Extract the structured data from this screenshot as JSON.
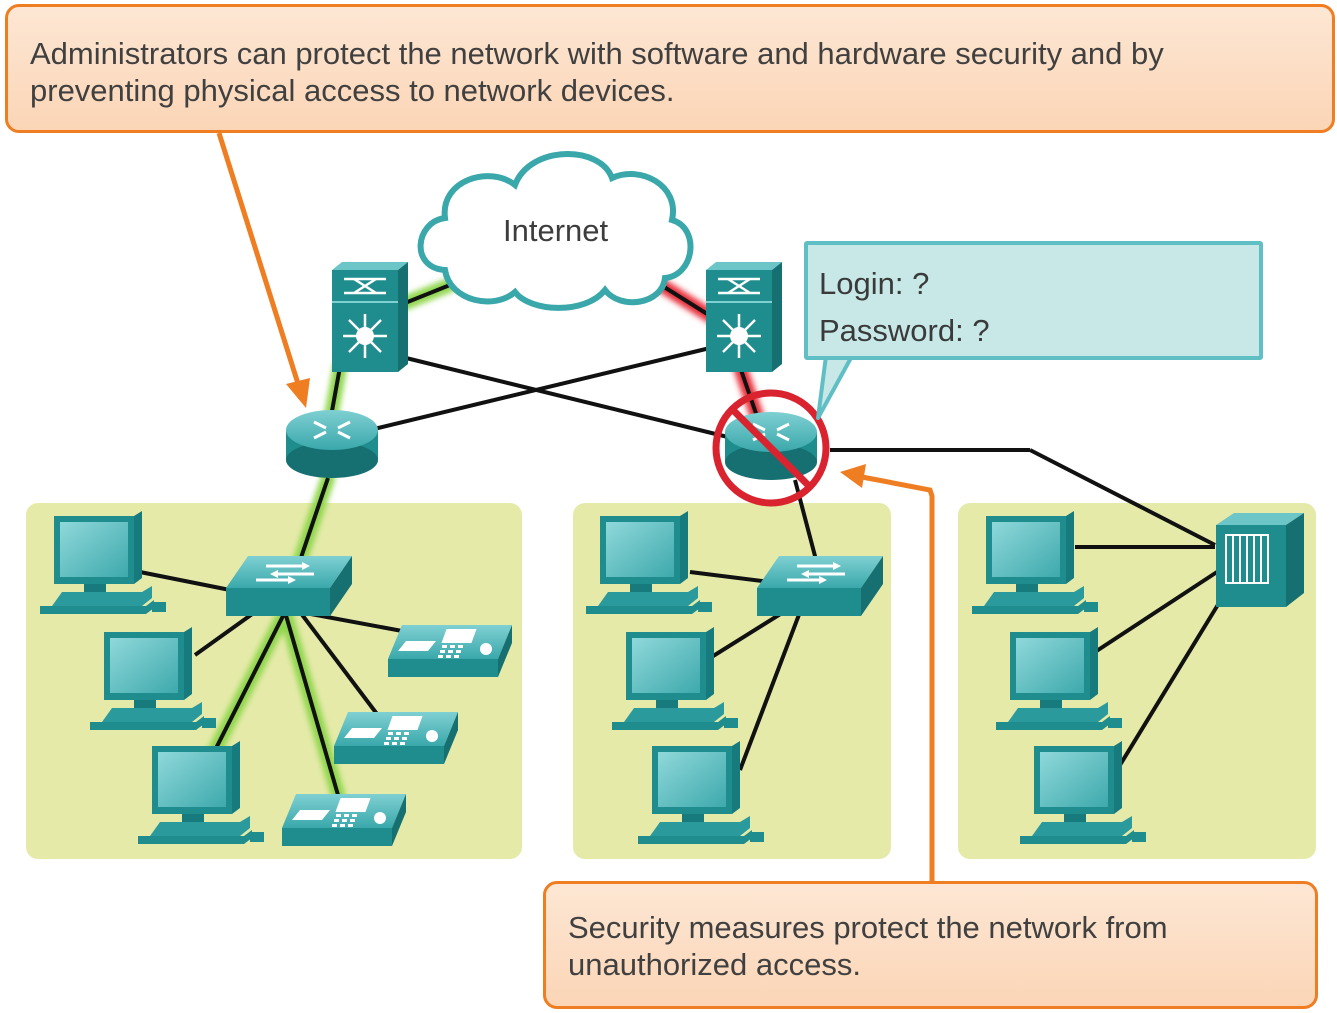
{
  "callouts": {
    "top": {
      "line1": "Administrators can protect the network with software and hardware security and by",
      "line2": "preventing physical access to network devices."
    },
    "bottom": {
      "line1": "Security measures protect the network from",
      "line2": "unauthorized access."
    }
  },
  "cloud": {
    "label": "Internet"
  },
  "login_prompt": {
    "login": "Login: ?",
    "password": "Password: ?"
  },
  "colors": {
    "callout_border": "#ef7d22",
    "callout_fill": "#fbd9bd",
    "device_teal": "#1f8d8e",
    "lan_area": "#e5eaa9",
    "secure_link": "#8ed64b",
    "blocked_link": "#e8323c",
    "prompt_fill": "#c8e8e8"
  },
  "icons": [
    "cloud-icon",
    "multilayer-switch-icon",
    "router-icon",
    "workgroup-switch-icon",
    "pc-icon",
    "ip-phone-icon",
    "server-icon",
    "no-entry-icon"
  ]
}
